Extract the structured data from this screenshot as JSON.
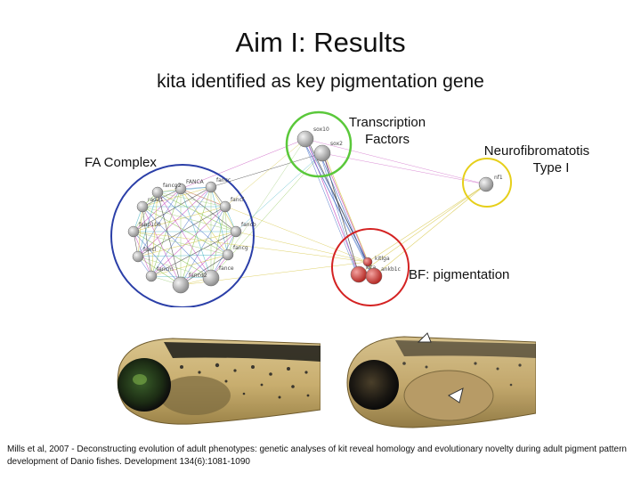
{
  "slide": {
    "title": "Aim I: Results",
    "subtitle": "kita identified as key pigmentation gene"
  },
  "clusters": {
    "fa_complex": "FA Complex",
    "transcription_factors_line1": "Transcription",
    "transcription_factors_line2": "Factors",
    "neurofibromatosis_line1": "Neurofibromatotis",
    "neurofibromatosis_line2": "Type I",
    "pigmentation": "BF: pigmentation"
  },
  "network_nodes": {
    "fa": [
      "FANCA",
      "fancc",
      "fancf",
      "fancb",
      "fancg",
      "fance",
      "fancd2",
      "fancm",
      "fancl",
      "faap100",
      "rad21",
      "fancg2"
    ],
    "tf": [
      "sox10",
      "sox2"
    ],
    "nf": [
      "nf1"
    ],
    "pig": [
      "kitlga",
      "kita",
      "ankb1c"
    ]
  },
  "colors": {
    "fa_circle": "#2b3fa8",
    "tf_circle": "#5ac83a",
    "nf_circle": "#e6cf1a",
    "pig_circle": "#d42222",
    "grey_node": "#b8b8b8",
    "red_node": "#d9534f"
  },
  "citation": "Mills et al, 2007 - Deconstructing evolution of adult phenotypes: genetic analyses of kit reveal homology and evolutionary novelty during adult pigment pattern development of Danio fishes. Development  134(6):1081-1090"
}
